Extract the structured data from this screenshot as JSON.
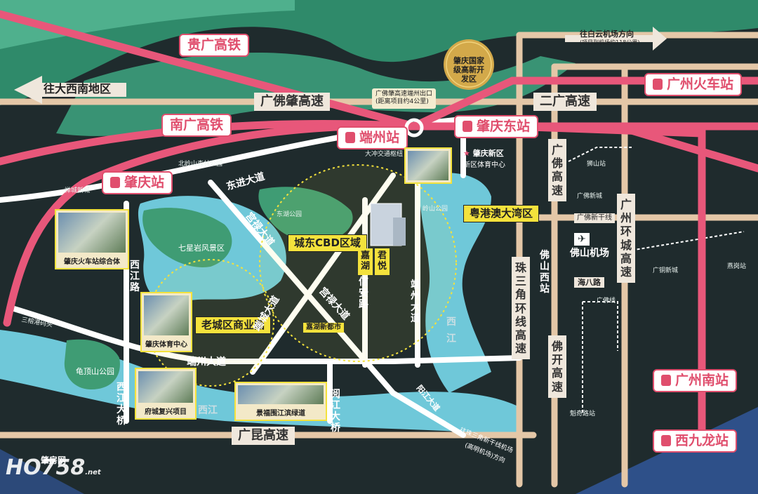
{
  "railways": {
    "guiguang": "贵广高铁",
    "nanguang": "南广高铁"
  },
  "stations": {
    "duanzhou": "端州站",
    "zhaoqing": "肇庆站",
    "zhaoqing_east": "肇庆东站",
    "guangzhou": "广州火车站",
    "guangzhou_south": "广州南站",
    "west_kowloon": "西九龙站"
  },
  "highways": {
    "guangfozhao": "广佛肇高速",
    "erguang": "二广高速",
    "guangkun": "广昆高速",
    "guangfo": "广佛高速",
    "guangzhou_ring": "广州环城高速",
    "pearl_ring": "珠三角环线高速",
    "fokai": "佛开高速"
  },
  "directions": {
    "southwest": "往大西南地区",
    "baiyun_title": "往白云机场方向",
    "baiyun_sub": "(项目到机场约118公里)",
    "pearl_airport_1": "往珠三角新干线机场",
    "pearl_airport_2": "(高明机场)方向"
  },
  "exit_note": {
    "line1": "广佛肇高速端州出口",
    "line2": "(距离项目约4公里)"
  },
  "zones": {
    "hightech": "肇庆国家级高新开发区",
    "gba": "粤港澳大湾区",
    "cbd": "城东CBD区域",
    "old_city": "老城区商业圈",
    "project_1": "嘉湖",
    "project_2": "君悦"
  },
  "roads": {
    "dongjin": "东进大道",
    "xijiang": "西江路",
    "jingang": "宫禄大道",
    "duanzhou_da": "端州大道",
    "duanzhou_da2": "端州大道",
    "xinan": "信安路",
    "dongjiang": "宫禄大道",
    "jiefang": "端城大道",
    "xijiang_bridge": "西江大桥",
    "yuejiang_bridge": "阅江大桥",
    "yangkai": "阳江大道",
    "jiahu_xindu": "嘉湖新都市"
  },
  "water": {
    "xijiang1": "西江",
    "xijiang2": "西",
    "xijiang3": "江"
  },
  "pois": {
    "zhaoqing_newdistrict": "肇庆新区",
    "sports_center": "新区体育中心",
    "dachong": "大冲交通枢纽",
    "qixingyan": "七星岩风景区",
    "dongjing_park": "东湖公园",
    "lingshan_park": "岭山公园",
    "beiling": "北岭山森林公园",
    "guishan": "龟顶山公园",
    "sanrong": "三榕港码头",
    "foshan_airport": "佛山机场",
    "foshan_west": "佛山西站",
    "haibadao": "海八路",
    "guangfo_line": "广佛新干线",
    "guangzhou_line": "广佛线",
    "shaoxi": "狮山站",
    "guangshao": "广佛新城",
    "guangmo": "广铜新城",
    "yanggang": "燕岗站",
    "kuiqi": "魁奇路站",
    "yuqiao": "禅城新城"
  },
  "cards": {
    "station_complex": "肇庆火车站综合体",
    "sports_hub": "肇庆体育中心",
    "xijiang_road": "景福围江滨绿道",
    "old_city_card": "府城复兴项目"
  },
  "watermark": {
    "brand": "肇房网",
    "site": "HO758",
    "domain": ".net"
  }
}
